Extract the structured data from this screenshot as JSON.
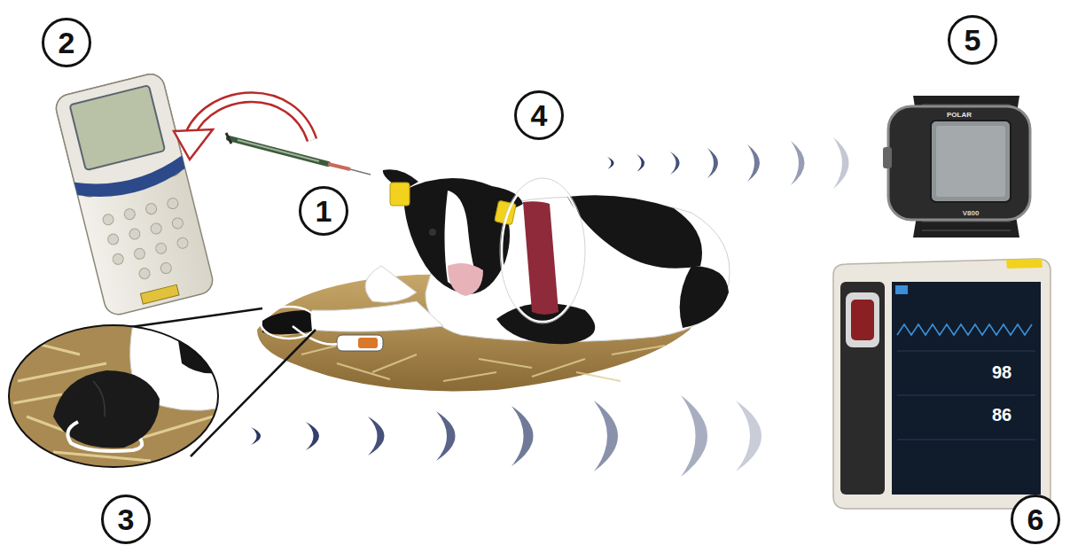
{
  "diagram": {
    "nodes": [
      {
        "text": [
          "2"
        ]
      },
      {
        "text": [
          "5"
        ]
      },
      {
        "text": [
          "4"
        ]
      },
      {
        "text": [
          "1"
        ]
      },
      {
        "text": [
          "3"
        ]
      },
      {
        "text": [
          "6"
        ]
      }
    ],
    "labels": [
      "POLAR",
      "V800",
      "98",
      "86"
    ]
  }
}
